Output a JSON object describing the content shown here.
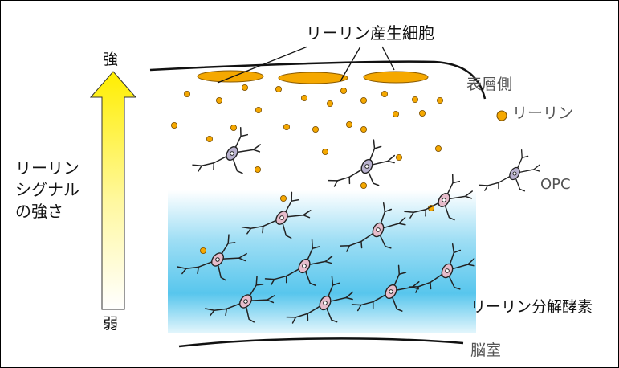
{
  "arrow": {
    "strong_label": "強",
    "weak_label": "弱",
    "top_color": "#ffee00",
    "bottom_color": "#ffffff"
  },
  "signal_label": {
    "line1": "リーリン",
    "line2": "シグナル",
    "line3": "の強さ"
  },
  "producer_cells_label": "リーリン産生細胞",
  "surface_label": "表層側",
  "reelin_legend_label": "リーリン",
  "opc_label": "OPC",
  "enzyme_label": "リーリン分解酵素",
  "ventricle_label": "脳室",
  "colors": {
    "reelin_dot": "#f5a800",
    "producer_cell": "#f5a800",
    "opc_outer": "#b9b2cf",
    "opc_lower": "#e6bccb",
    "enzyme_gradient": "#4fc3ec"
  }
}
